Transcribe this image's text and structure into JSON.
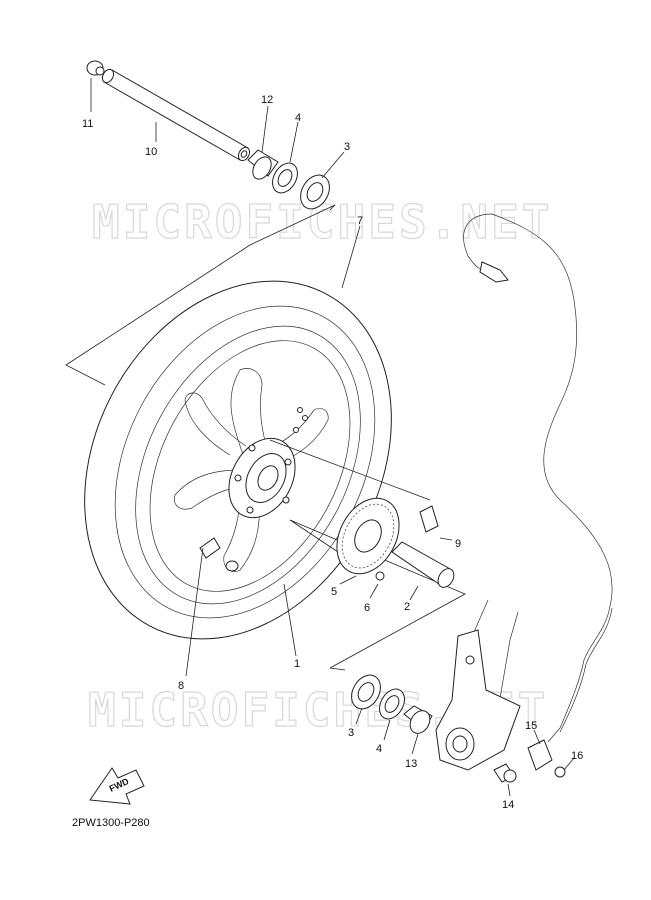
{
  "watermark": "MICROFICHES.NET",
  "diagram_code": "2PW1300-P280",
  "fwd_label": "FWD",
  "callouts": [
    {
      "id": "c11",
      "text": "11"
    },
    {
      "id": "c10",
      "text": "10"
    },
    {
      "id": "c12",
      "text": "12"
    },
    {
      "id": "c4a",
      "text": "4"
    },
    {
      "id": "c3a",
      "text": "3"
    },
    {
      "id": "c7",
      "text": "7"
    },
    {
      "id": "c9",
      "text": "9"
    },
    {
      "id": "c5",
      "text": "5"
    },
    {
      "id": "c6",
      "text": "6"
    },
    {
      "id": "c2",
      "text": "2"
    },
    {
      "id": "c1",
      "text": "1"
    },
    {
      "id": "c8",
      "text": "8"
    },
    {
      "id": "c3b",
      "text": "3"
    },
    {
      "id": "c4b",
      "text": "4"
    },
    {
      "id": "c13",
      "text": "13"
    },
    {
      "id": "c15",
      "text": "15"
    },
    {
      "id": "c16",
      "text": "16"
    },
    {
      "id": "c14",
      "text": "14"
    }
  ]
}
